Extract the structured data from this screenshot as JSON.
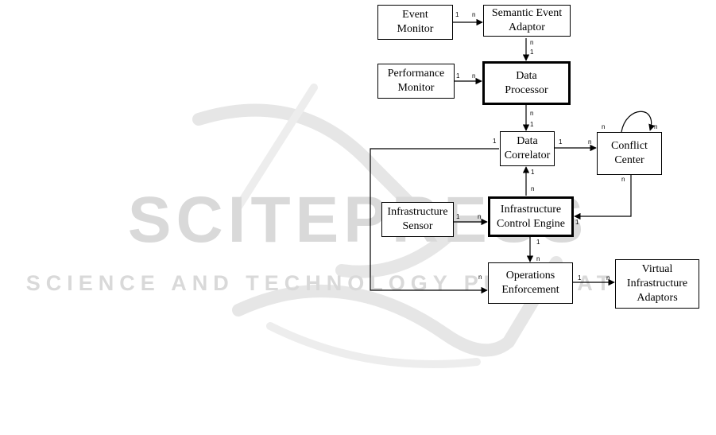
{
  "watermark": {
    "title": "SCITEPRESS",
    "subtitle": "SCIENCE AND TECHNOLOGY PUBLICATIONS"
  },
  "nodes": {
    "event_monitor": [
      "Event",
      "Monitor"
    ],
    "semantic_event_adaptor": [
      "Semantic Event",
      "Adaptor"
    ],
    "performance_monitor": [
      "Performance",
      "Monitor"
    ],
    "data_processor": [
      "Data",
      "Processor"
    ],
    "data_correlator": [
      "Data",
      "Correlator"
    ],
    "conflict_center": [
      "Conflict",
      "Center"
    ],
    "infrastructure_sensor": [
      "Infrastructure",
      "Sensor"
    ],
    "infrastructure_control_engine": [
      "Infrastructure",
      "Control Engine"
    ],
    "operations_enforcement": [
      "Operations",
      "Enforcement"
    ],
    "virtual_infrastructure_adaptors": [
      "Virtual",
      "Infrastructure",
      "Adaptors"
    ]
  },
  "edges": [
    {
      "from": "Event Monitor",
      "to": "Semantic Event Adaptor",
      "source_card": "1",
      "target_card": "n"
    },
    {
      "from": "Semantic Event Adaptor",
      "to": "Data Processor",
      "source_card": "n",
      "target_card": "1"
    },
    {
      "from": "Performance Monitor",
      "to": "Data Processor",
      "source_card": "1",
      "target_card": "n"
    },
    {
      "from": "Data Processor",
      "to": "Data Correlator",
      "source_card": "n",
      "target_card": "1"
    },
    {
      "from": "Data Correlator",
      "to": "Conflict Center",
      "source_card": "1",
      "target_card": "n"
    },
    {
      "from": "Conflict Center",
      "to": "Conflict Center",
      "source_card": "n",
      "target_card": "n"
    },
    {
      "from": "Conflict Center",
      "to": "Infrastructure Control Engine",
      "source_card": "n",
      "target_card": "1"
    },
    {
      "from": "Infrastructure Control Engine",
      "to": "Data Correlator",
      "source_card": "n",
      "target_card": "1"
    },
    {
      "from": "Infrastructure Sensor",
      "to": "Infrastructure Control Engine",
      "source_card": "1",
      "target_card": "n"
    },
    {
      "from": "Infrastructure Control Engine",
      "to": "Operations Enforcement",
      "source_card": "1",
      "target_card": "n"
    },
    {
      "from": "Data Correlator",
      "to": "Operations Enforcement",
      "source_card": "1",
      "target_card": "n"
    },
    {
      "from": "Operations Enforcement",
      "to": "Virtual Infrastructure Adaptors",
      "source_card": "1",
      "target_card": "n"
    }
  ],
  "cardinality": {
    "one": "1",
    "many": "n"
  }
}
